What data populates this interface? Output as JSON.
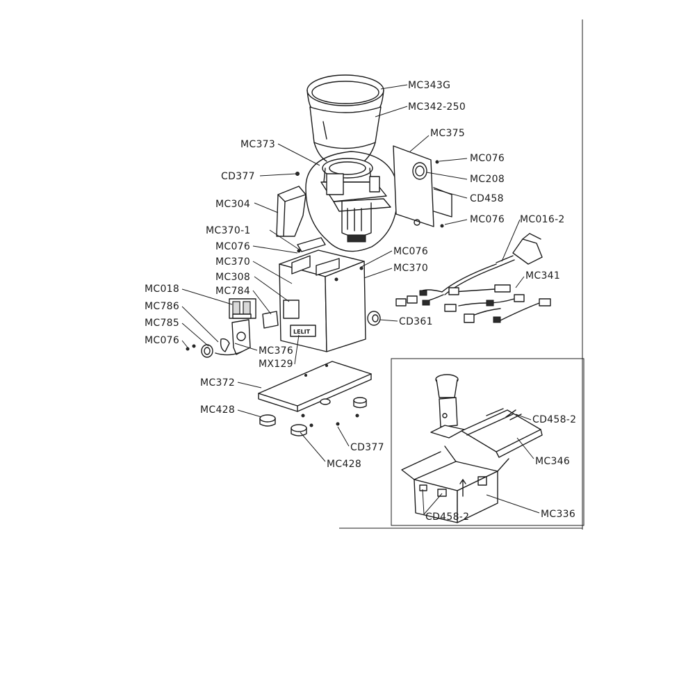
{
  "labels": {
    "mc343g": "MC343G",
    "mc342_250": "MC342-250",
    "mc375": "MC375",
    "mc373": "MC373",
    "mc076_a": "MC076",
    "mc208": "MC208",
    "cd377_a": "CD377",
    "cd458": "CD458",
    "mc304": "MC304",
    "mc076_b": "MC076",
    "mc016_2": "MC016-2",
    "mc370_1": "MC370-1",
    "mc076_c": "MC076",
    "mc076_d": "MC076",
    "mc370_a": "MC370",
    "mc370_b": "MC370",
    "mc308": "MC308",
    "mc341": "MC341",
    "mc018": "MC018",
    "mc784": "MC784",
    "mc786": "MC786",
    "cd361": "CD361",
    "mc785": "MC785",
    "mc076_e": "MC076",
    "mc376": "MC376",
    "mx129": "MX129",
    "mc372": "MC372",
    "mc428_a": "MC428",
    "cd377_b": "CD377",
    "mc428_b": "MC428",
    "cd458_2_a": "CD458-2",
    "mc346": "MC346",
    "cd458_2_b": "CD458-2",
    "mc336": "MC336"
  },
  "brand": "LELIT"
}
